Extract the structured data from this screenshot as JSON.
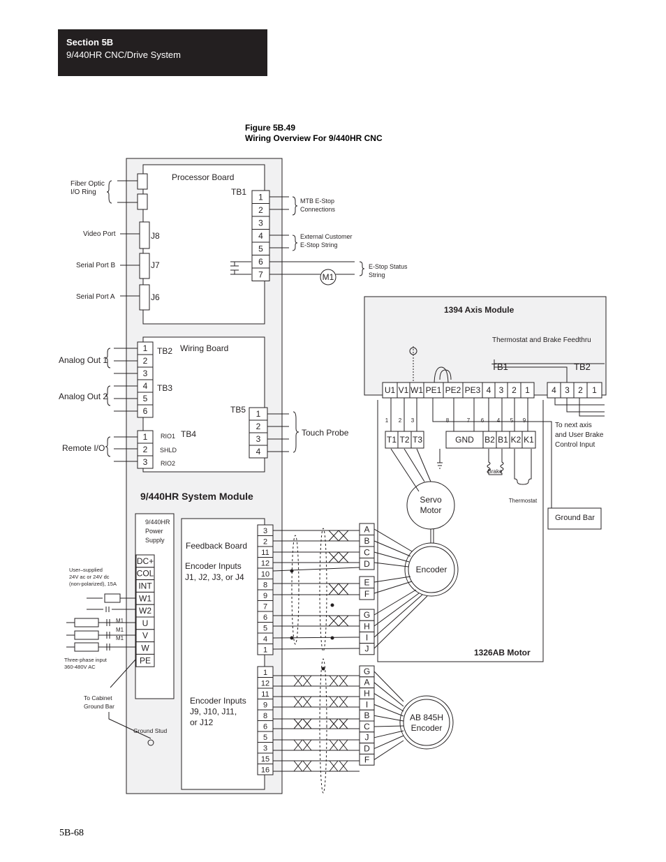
{
  "header": {
    "section": "Section 5B",
    "subtitle": "9/440HR CNC/Drive System"
  },
  "figure": {
    "number": "Figure 5B.49",
    "title": "Wiring Overview For 9/440HR CNC"
  },
  "page_number": "5B-68",
  "processor_board": {
    "title": "Processor Board",
    "tb1_label": "TB1",
    "tb1_terminals": [
      "1",
      "2",
      "3",
      "4",
      "5",
      "6",
      "7"
    ],
    "ports": [
      "J8",
      "J7",
      "J6"
    ],
    "left_labels": {
      "fiber_optic": "Fiber Optic\nI/O Ring",
      "video": "Video Port",
      "serial_b": "Serial Port B",
      "serial_a": "Serial Port A"
    },
    "right_labels": {
      "mtb": "MTB E-Stop\nConnections",
      "external": "External Customer\nE-Stop String",
      "status": "E-Stop Status\nString"
    },
    "m1": "M1"
  },
  "wiring_board": {
    "title": "Wiring Board",
    "tb2": {
      "label": "TB2",
      "terminals": [
        "1",
        "2",
        "3"
      ]
    },
    "tb3": {
      "label": "TB3",
      "terminals": [
        "4",
        "5",
        "6"
      ]
    },
    "tb4": {
      "label": "TB4",
      "terminals": [
        "1",
        "2",
        "3"
      ],
      "signals": [
        "RIO1",
        "SHLD",
        "RIO2"
      ]
    },
    "tb5": {
      "label": "TB5",
      "terminals": [
        "1",
        "2",
        "3",
        "4"
      ]
    },
    "left_labels": {
      "analog1": "Analog Out 1",
      "analog2": "Analog Out 2",
      "remote": "Remote I/O"
    },
    "touch_probe": "Touch Probe"
  },
  "system_module": {
    "title": "9/440HR System Module"
  },
  "power_supply": {
    "title": "9/440HR\nPower\nSupply",
    "terminals": [
      "DC+",
      "COL",
      "INT",
      "W1",
      "W2",
      "U",
      "V",
      "W",
      "PE"
    ],
    "user_supplied": "User–supplied\n24V ac or 24V dc\n(non-polarized), 15A",
    "three_phase": "Three-phase input\n360-480V AC",
    "m1_labels": [
      "M1",
      "M1",
      "M1"
    ],
    "cabinet": "To Cabinet\nGround Bar",
    "ground_stud": "Ground Stud"
  },
  "feedback_board": {
    "title": "Feedback Board",
    "inputs1": "Encoder Inputs\nJ1, J2, J3, or J4",
    "terminals1": [
      "3",
      "2",
      "11",
      "12",
      "10",
      "8",
      "9",
      "7",
      "6",
      "5",
      "4",
      "1"
    ],
    "inputs2": "Encoder Inputs\nJ9, J10, J11,\nor J12",
    "terminals2": [
      "1",
      "12",
      "11",
      "9",
      "8",
      "6",
      "5",
      "3",
      "15",
      "16"
    ]
  },
  "axis_module": {
    "title": "1394 Axis Module",
    "feedthru": "Thermostat and Brake Feedthru",
    "tb1": "TB1",
    "tb2": "TB2",
    "terminals": [
      "U1",
      "V1",
      "W1",
      "PE1",
      "PE2",
      "PE3",
      "4",
      "3",
      "2",
      "1",
      "4",
      "3",
      "2",
      "1"
    ],
    "wire_numbers": [
      "1",
      "2",
      "3",
      "8",
      "7",
      "6",
      "4",
      "5",
      "9"
    ],
    "next_axis": "To next axis\nand  User Brake\nControl Input",
    "ground_bar": "Ground Bar"
  },
  "motor": {
    "title": "1326AB Motor",
    "terminals": [
      "T1",
      "T2",
      "T3",
      "GND",
      "B2",
      "B1",
      "K2",
      "K1"
    ],
    "brake": "Brake",
    "thermostat": "Thermostat",
    "servo": "Servo\nMotor",
    "encoder": "Encoder",
    "connector": [
      "A",
      "B",
      "C",
      "D",
      "E",
      "F",
      "G",
      "H",
      "I",
      "J"
    ]
  },
  "ab_encoder": {
    "label": "AB 845H\nEncoder",
    "connector": [
      "G",
      "A",
      "H",
      "I",
      "B",
      "C",
      "J",
      "D",
      "F"
    ]
  }
}
